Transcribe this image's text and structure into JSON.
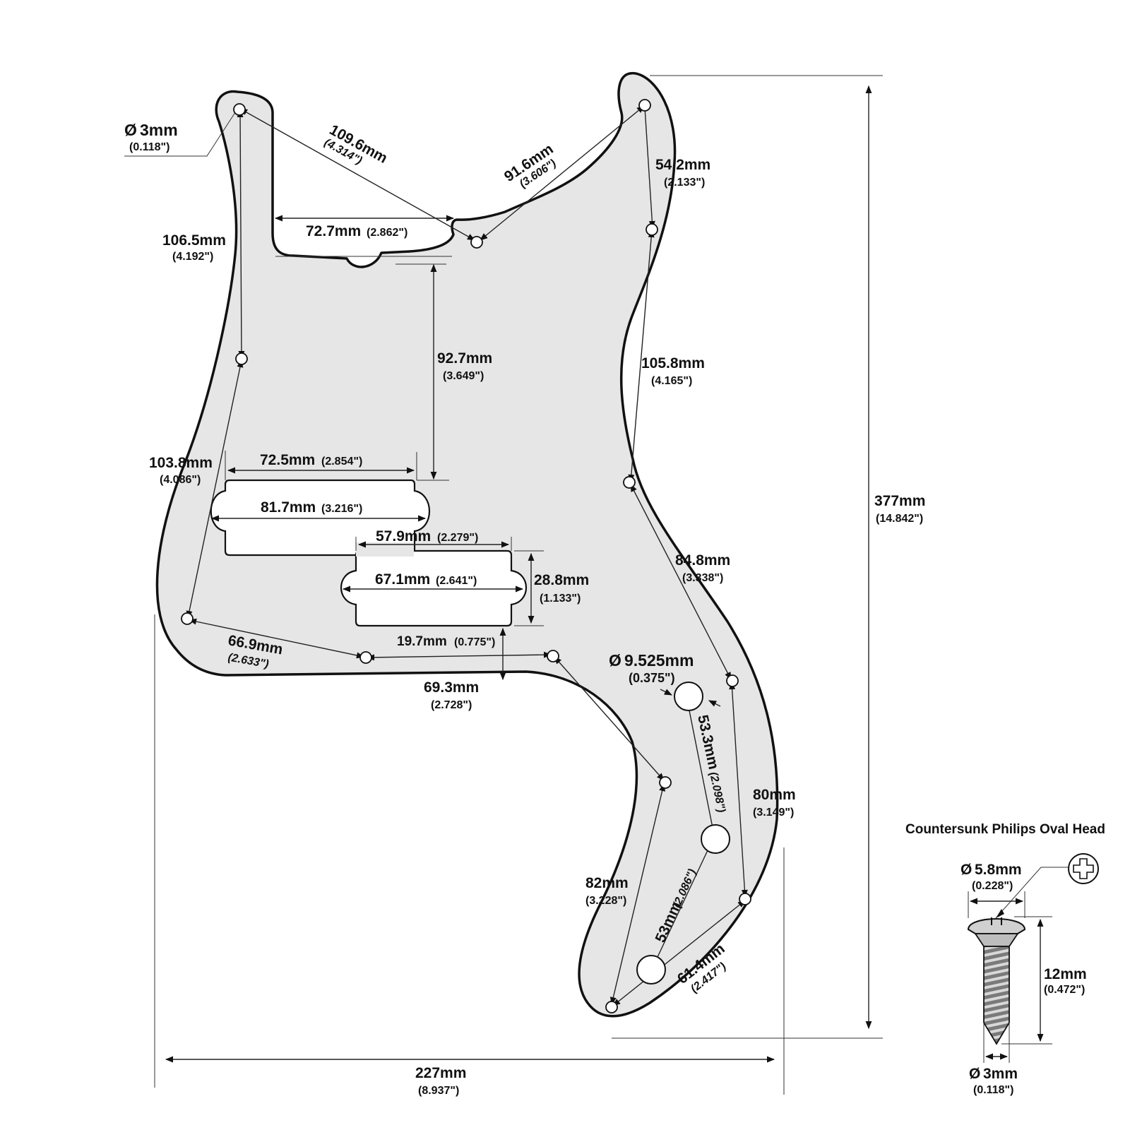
{
  "holes": {
    "screw": {
      "mm": "3mm",
      "inch": "(0.118\")"
    },
    "pot": {
      "mm": "9.525mm",
      "inch": "(0.375\")"
    }
  },
  "dims": {
    "d109_6": {
      "mm": "109.6mm",
      "inch": "(4.314\")"
    },
    "d91_6": {
      "mm": "91.6mm",
      "inch": "(3.606\")"
    },
    "d54_2": {
      "mm": "54.2mm",
      "inch": "(2.133\")"
    },
    "d106_5": {
      "mm": "106.5mm",
      "inch": "(4.192\")"
    },
    "d72_7": {
      "mm": "72.7mm",
      "inch": "(2.862\")"
    },
    "d92_7": {
      "mm": "92.7mm",
      "inch": "(3.649\")"
    },
    "d105_8": {
      "mm": "105.8mm",
      "inch": "(4.165\")"
    },
    "d103_8": {
      "mm": "103.8mm",
      "inch": "(4.086\")"
    },
    "d72_5": {
      "mm": "72.5mm",
      "inch": "(2.854\")"
    },
    "d81_7": {
      "mm": "81.7mm",
      "inch": "(3.216\")"
    },
    "d57_9": {
      "mm": "57.9mm",
      "inch": "(2.279\")"
    },
    "d67_1": {
      "mm": "67.1mm",
      "inch": "(2.641\")"
    },
    "d28_8": {
      "mm": "28.8mm",
      "inch": "(1.133\")"
    },
    "d84_8": {
      "mm": "84.8mm",
      "inch": "(3.338\")"
    },
    "d66_9": {
      "mm": "66.9mm",
      "inch": "(2.633\")"
    },
    "d19_7": {
      "mm": "19.7mm",
      "inch": "(0.775\")"
    },
    "d69_3": {
      "mm": "69.3mm",
      "inch": "(2.728\")"
    },
    "d53_3": {
      "mm": "53.3mm",
      "inch": "(2.098\")"
    },
    "d80": {
      "mm": "80mm",
      "inch": "(3.149\")"
    },
    "d82": {
      "mm": "82mm",
      "inch": "(3.228\")"
    },
    "d53": {
      "mm": "53mm",
      "inch": "(2.086\")"
    },
    "d61_4": {
      "mm": "61.4mm",
      "inch": "(2.417\")"
    },
    "d377": {
      "mm": "377mm",
      "inch": "(14.842\")"
    },
    "d227": {
      "mm": "227mm",
      "inch": "(8.937\")"
    }
  },
  "screw_spec": {
    "title": "Countersunk Philips Oval Head",
    "head": {
      "mm": "5.8mm",
      "inch": "(0.228\")"
    },
    "length": {
      "mm": "12mm",
      "inch": "(0.472\")"
    },
    "shank": {
      "mm": "3mm",
      "inch": "(0.118\")"
    }
  },
  "colors": {
    "plate_fill": "#e6e6e6",
    "outline": "#111111",
    "background": "#ffffff"
  },
  "icons": [
    "diameter-symbol",
    "phillips-cross-icon",
    "screw-illustration"
  ]
}
